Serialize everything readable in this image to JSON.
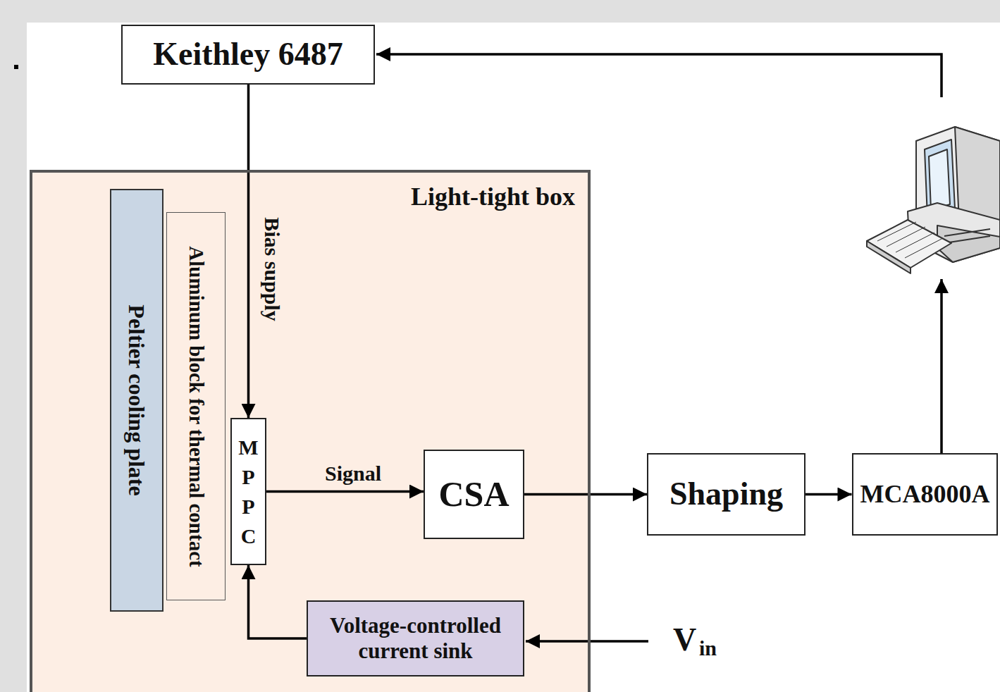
{
  "diagram": {
    "nodes": [
      {
        "text": [
          "Keithley 6487"
        ]
      },
      {
        "text": [
          "Light-tight box"
        ]
      },
      {
        "text": [
          "Peltier cooling plate"
        ],
        "in": 1
      },
      {
        "text": [
          "Aluminum block for thermal contact"
        ],
        "in": 1
      },
      {
        "text": [
          "MPPC"
        ],
        "in": 1
      },
      {
        "text": [
          "CSA"
        ],
        "in": 1
      },
      {
        "text": [
          "Voltage-controlled current sink"
        ],
        "in": 1
      },
      {
        "text": [
          "Shaping"
        ]
      },
      {
        "text": [
          "MCA8000A"
        ]
      }
    ],
    "edges": [
      {
        "from": 0,
        "to": 4,
        "label": "Bias supply",
        "arrow": "to"
      },
      {
        "from": 4,
        "to": 5,
        "label": "Signal",
        "arrow": "to"
      },
      {
        "from": 5,
        "to": 7,
        "arrow": "to"
      },
      {
        "from": 7,
        "to": 8,
        "arrow": "to"
      },
      {
        "from": 6,
        "to": 4,
        "arrow": "to"
      }
    ],
    "labels": [
      "V",
      "in"
    ]
  }
}
